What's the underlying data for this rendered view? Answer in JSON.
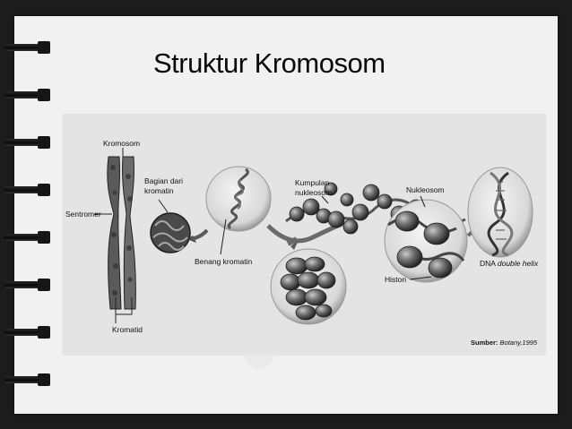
{
  "slide": {
    "title": "Struktur Kromosom"
  },
  "diagram": {
    "labels": {
      "kromosom": "Kromosom",
      "sentromer": "Sentromer",
      "kromatid": "Kromatid",
      "bagian_dari_kromatin_1": "Bagian dari",
      "bagian_dari_kromatin_2": "kromatin",
      "benang_kromatin": "Benang kromatin",
      "kumpulan_nukleosom_1": "Kumpulan",
      "kumpulan_nukleosom_2": "nukleosom",
      "nukleosom": "Nukleosom",
      "histon": "Histon",
      "dna": "DNA",
      "double_helix": "double helix"
    },
    "source": {
      "label": "Sumber:",
      "value": "Botany,1995"
    }
  }
}
